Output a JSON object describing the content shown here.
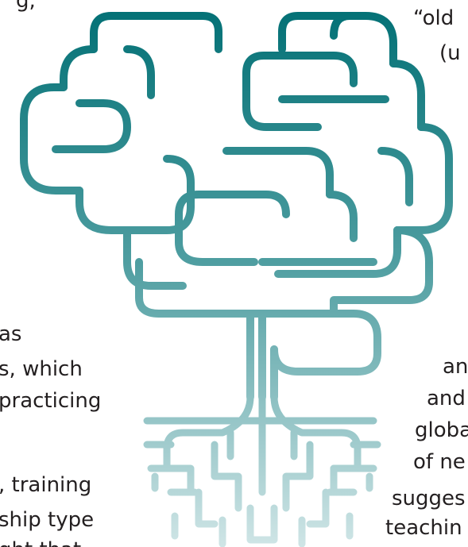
{
  "left_column": {
    "lines": [
      "g,",
      "as",
      "s, which",
      "practicing",
      ", training",
      "ship type",
      "ght that"
    ]
  },
  "right_column": {
    "lines": [
      "“old",
      "(u",
      "an",
      "and",
      "globa",
      "of ne",
      "sugges",
      "teachin"
    ]
  },
  "illustration": {
    "icon": "brain-tree-icon",
    "colors": {
      "top": "#006f74",
      "middle": "#4f9ea1",
      "bottom": "#cfe5e6"
    }
  }
}
